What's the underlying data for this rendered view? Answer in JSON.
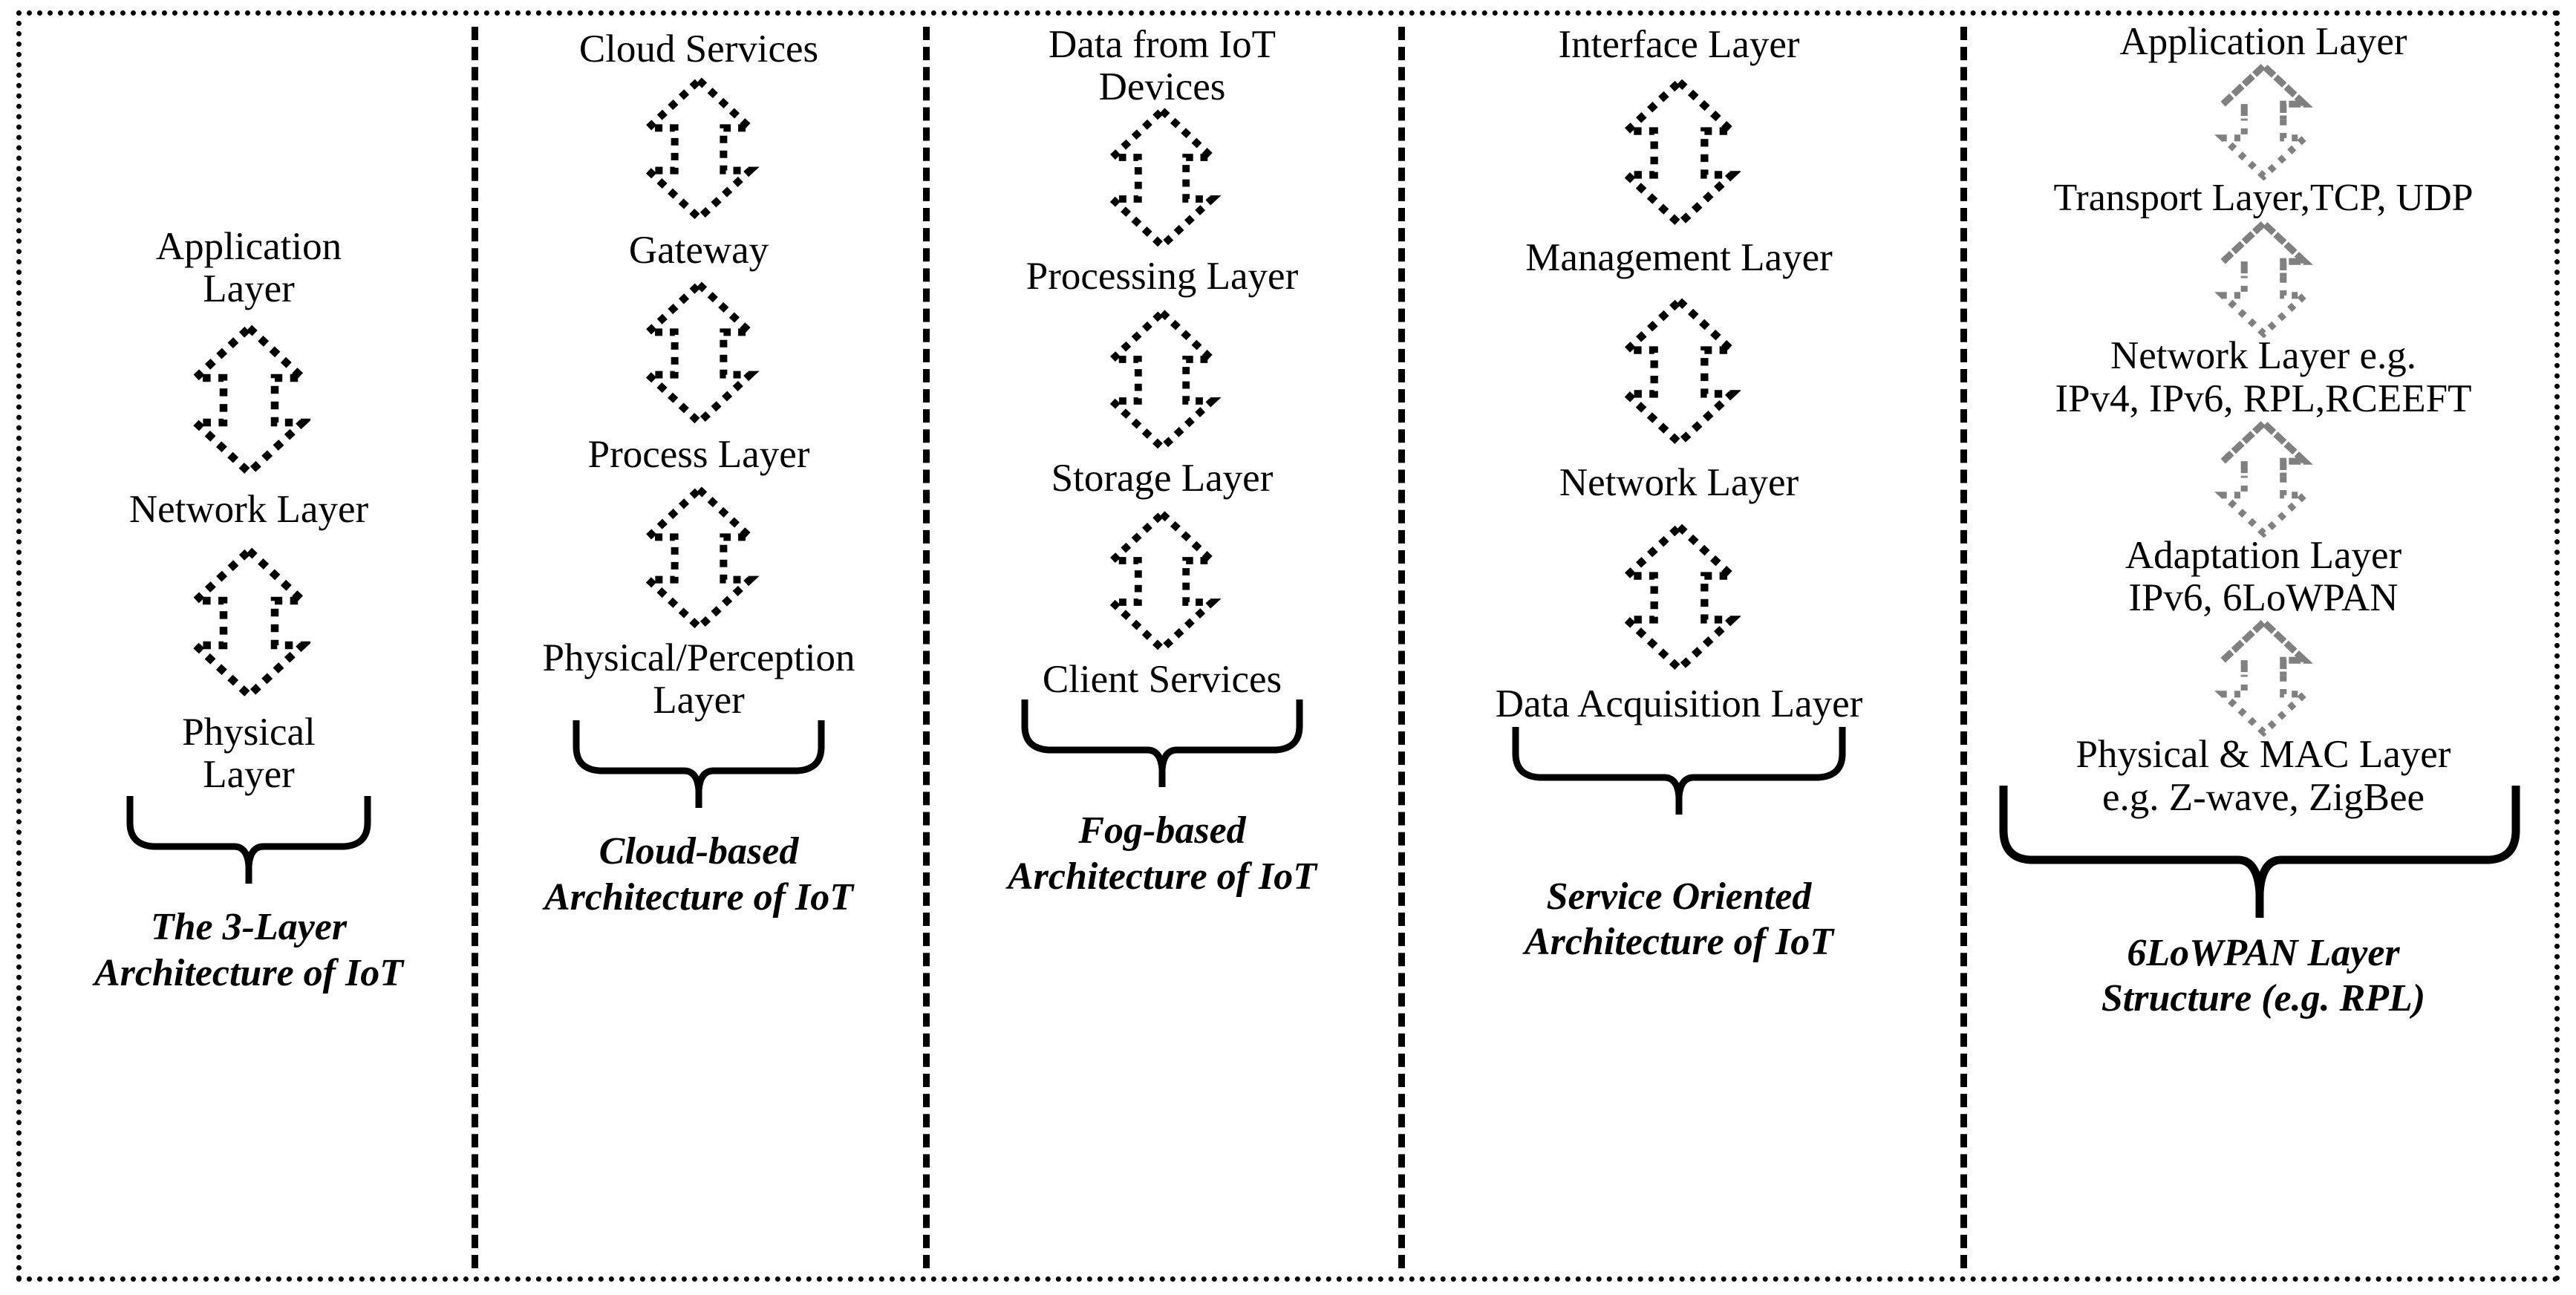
{
  "figure": {
    "type": "iot-architecture-comparison",
    "panel_count": 5,
    "border_style": "dotted",
    "divider_style": "dashed",
    "arrow_color_default": "#000000",
    "arrow_color_lowpan": "#808080"
  },
  "columns": [
    {
      "id": "three-layer",
      "caption": "The 3-Layer\nArchitecture of IoT",
      "arrow_color": "#000000",
      "arrow_style": "dotted",
      "layers": [
        {
          "label": "Application\nLayer"
        },
        {
          "label": "Network Layer"
        },
        {
          "label": "Physical\nLayer"
        }
      ]
    },
    {
      "id": "cloud-based",
      "caption": "Cloud-based\nArchitecture of IoT",
      "arrow_color": "#000000",
      "arrow_style": "dotted",
      "layers": [
        {
          "label": "Cloud Services"
        },
        {
          "label": "Gateway"
        },
        {
          "label": "Process Layer"
        },
        {
          "label": "Physical/Perception\nLayer"
        }
      ]
    },
    {
      "id": "fog-based",
      "caption": "Fog-based\nArchitecture of IoT",
      "arrow_color": "#000000",
      "arrow_style": "dotted",
      "layers": [
        {
          "label": "Data from IoT\nDevices"
        },
        {
          "label": "Processing Layer"
        },
        {
          "label": "Storage Layer"
        },
        {
          "label": "Client Services"
        }
      ]
    },
    {
      "id": "service-oriented",
      "caption": "Service Oriented\nArchitecture of IoT",
      "arrow_color": "#000000",
      "arrow_style": "dotted",
      "layers": [
        {
          "label": "Interface Layer"
        },
        {
          "label": "Management Layer"
        },
        {
          "label": "Network Layer"
        },
        {
          "label": "Data Acquisition Layer"
        }
      ]
    },
    {
      "id": "6lowpan",
      "caption": "6LoWPAN Layer\nStructure (e.g. RPL)",
      "arrow_color": "#808080",
      "arrow_style": "solid-head-dotted-tail",
      "layers": [
        {
          "label": "Application Layer"
        },
        {
          "label": "Transport Layer,TCP, UDP"
        },
        {
          "label": "Network Layer e.g.\nIPv4, IPv6, RPL,RCEEFT"
        },
        {
          "label": "Adaptation Layer\nIPv6, 6LoWPAN"
        },
        {
          "label": "Physical & MAC Layer\ne.g.  Z-wave, ZigBee"
        }
      ]
    }
  ]
}
